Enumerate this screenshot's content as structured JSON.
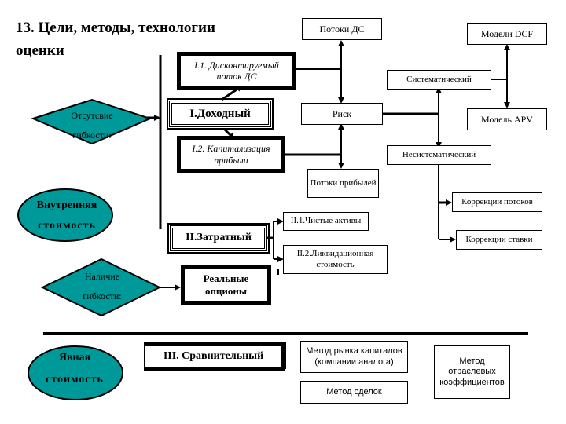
{
  "title": {
    "line1": "13. Цели, методы, технологии",
    "line2": "оценки"
  },
  "colors": {
    "teal": "#009999",
    "stroke": "#000000",
    "background": "#ffffff"
  },
  "left_shapes": {
    "no_flex": {
      "shape": "diamond",
      "line1": "Отсутсвие",
      "line2": "гибкости:"
    },
    "intrinsic": {
      "shape": "ellipse",
      "line1": "Внутренняя",
      "line2": "стоимость"
    },
    "has_flex": {
      "shape": "diamond",
      "line1": "Наличие",
      "line2": "гибкости:"
    },
    "explicit": {
      "shape": "ellipse",
      "line1": "Явная",
      "line2": "стоимость"
    }
  },
  "approaches": {
    "income": "I.Доходный",
    "cost": "II.Затратный",
    "real_options": "Реальные опционы",
    "comparative": "III.  Сравнительный"
  },
  "income_methods": {
    "dcf": "I.1. Дисконтируемый поток ДС",
    "capitalization": "I.2. Капитализация прибыли"
  },
  "cost_methods": {
    "net_assets": "II.1.Чистые активы",
    "liquidation": "II.2.Ликвидационная стоимость"
  },
  "risk_block": {
    "cash_flows": "Потоки ДС",
    "risk": "Риск",
    "profit_flows": "Потоки прибылей",
    "systematic": "Систематический",
    "unsystematic": "Несистематический",
    "dcf_models": "Модели DCF",
    "apv_model": "Модель APV",
    "flow_correction": "Коррекции потоков",
    "rate_correction": "Коррекции ставки"
  },
  "comparative_methods": {
    "capital_market": "Метод рынка капиталов (компании аналога)",
    "deals": "Метод сделок",
    "industry_ratios": "Метод отраслевых коэффициентов"
  }
}
